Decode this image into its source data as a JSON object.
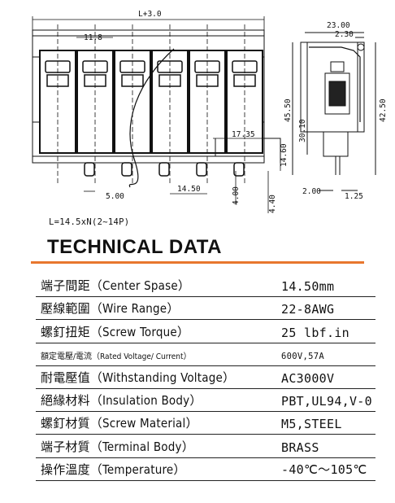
{
  "drawing": {
    "dims": {
      "overall": "L+3.0",
      "pitch": "11.8",
      "bottom_width": "5.00",
      "foot_width": "14.50",
      "side_height_4": "4.00",
      "side_height_44": "4.40",
      "offset_17": "17.35",
      "height_1460": "14.60",
      "right_top_23": "23.00",
      "right_top_230": "2.30",
      "height_4550": "45.50",
      "height_3010": "30.10",
      "height_4250": "42.50",
      "pin_200": "2.00",
      "pin_125": "1.25"
    },
    "formula": "L=14.5xN(2~14P)"
  },
  "heading": "TECHNICAL DATA",
  "specs": [
    {
      "name": "端子間距（Center Spase）",
      "value": "14.50mm",
      "small": false
    },
    {
      "name": "壓線範圍（Wire Range）",
      "value": "22-8AWG",
      "small": false
    },
    {
      "name": "螺釘扭矩（Screw Torque）",
      "value": "25 lbf.in",
      "small": false
    },
    {
      "name": "額定電壓/電流（Rated Voltage/ Current）",
      "value": "600V,57A",
      "small": true
    },
    {
      "name": "耐電壓值（Withstanding Voltage）",
      "value": "AC3000V",
      "small": false
    },
    {
      "name": "絕緣材料（Insulation Body）",
      "value": "PBT,UL94,V-0",
      "small": false
    },
    {
      "name": "螺釘材質（Screw Material）",
      "value": "M5,STEEL",
      "small": false
    },
    {
      "name": "端子材質（Terminal Body）",
      "value": "BRASS",
      "small": false
    },
    {
      "name": "操作溫度（Temperature）",
      "value": "-40℃～105℃",
      "small": false
    }
  ]
}
